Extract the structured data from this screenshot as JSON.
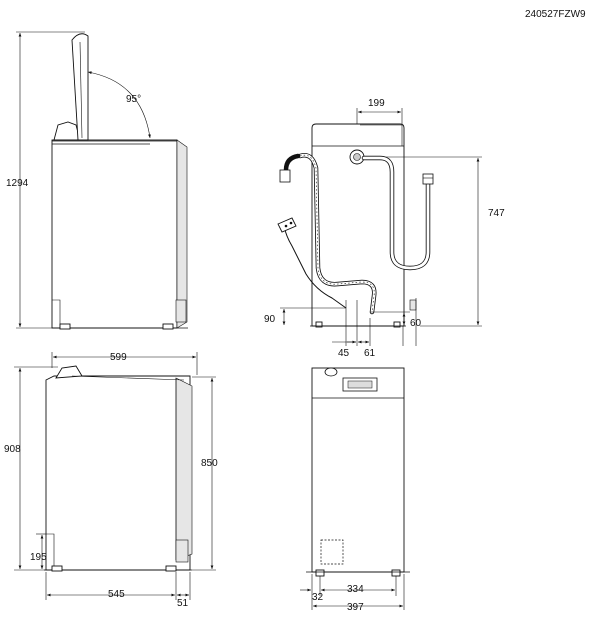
{
  "drawing_code": "240527FZW9",
  "dimensions": {
    "height_open": "1294",
    "lid_angle": "95°",
    "hose_width": "199",
    "hose_height": "747",
    "outlet_left": "90",
    "outlet_right": "60",
    "offset_left": "45",
    "offset_right": "61",
    "depth_total": "599",
    "height_total": "908",
    "height_body": "850",
    "height_low": "195",
    "depth_body": "545",
    "depth_extra": "51",
    "width_feet": "334",
    "width_foot": "32",
    "width_total": "397"
  }
}
